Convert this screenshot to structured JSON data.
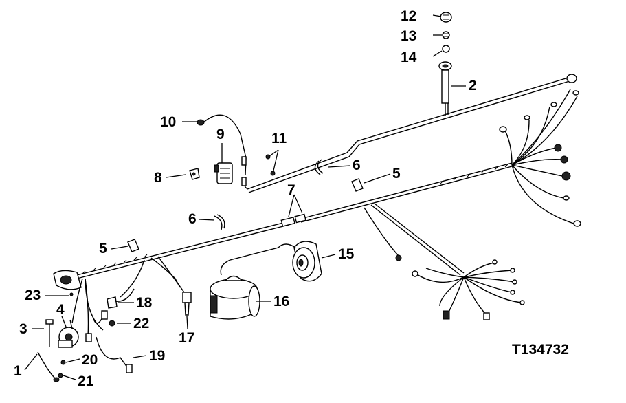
{
  "figure_id": "T134732",
  "callouts": [
    {
      "id": "c12",
      "label": "12"
    },
    {
      "id": "c13",
      "label": "13"
    },
    {
      "id": "c14",
      "label": "14"
    },
    {
      "id": "c2",
      "label": "2"
    },
    {
      "id": "c10",
      "label": "10"
    },
    {
      "id": "c9",
      "label": "9"
    },
    {
      "id": "c11",
      "label": "11"
    },
    {
      "id": "c6a",
      "label": "6"
    },
    {
      "id": "c5a",
      "label": "5"
    },
    {
      "id": "c8",
      "label": "8"
    },
    {
      "id": "c7",
      "label": "7"
    },
    {
      "id": "c6b",
      "label": "6"
    },
    {
      "id": "c5b",
      "label": "5"
    },
    {
      "id": "c15",
      "label": "15"
    },
    {
      "id": "c23",
      "label": "23"
    },
    {
      "id": "c4",
      "label": "4"
    },
    {
      "id": "c18",
      "label": "18"
    },
    {
      "id": "c16",
      "label": "16"
    },
    {
      "id": "c3",
      "label": "3"
    },
    {
      "id": "c22",
      "label": "22"
    },
    {
      "id": "c17",
      "label": "17"
    },
    {
      "id": "c20",
      "label": "20"
    },
    {
      "id": "c19",
      "label": "19"
    },
    {
      "id": "c1",
      "label": "1"
    },
    {
      "id": "c21",
      "label": "21"
    }
  ]
}
